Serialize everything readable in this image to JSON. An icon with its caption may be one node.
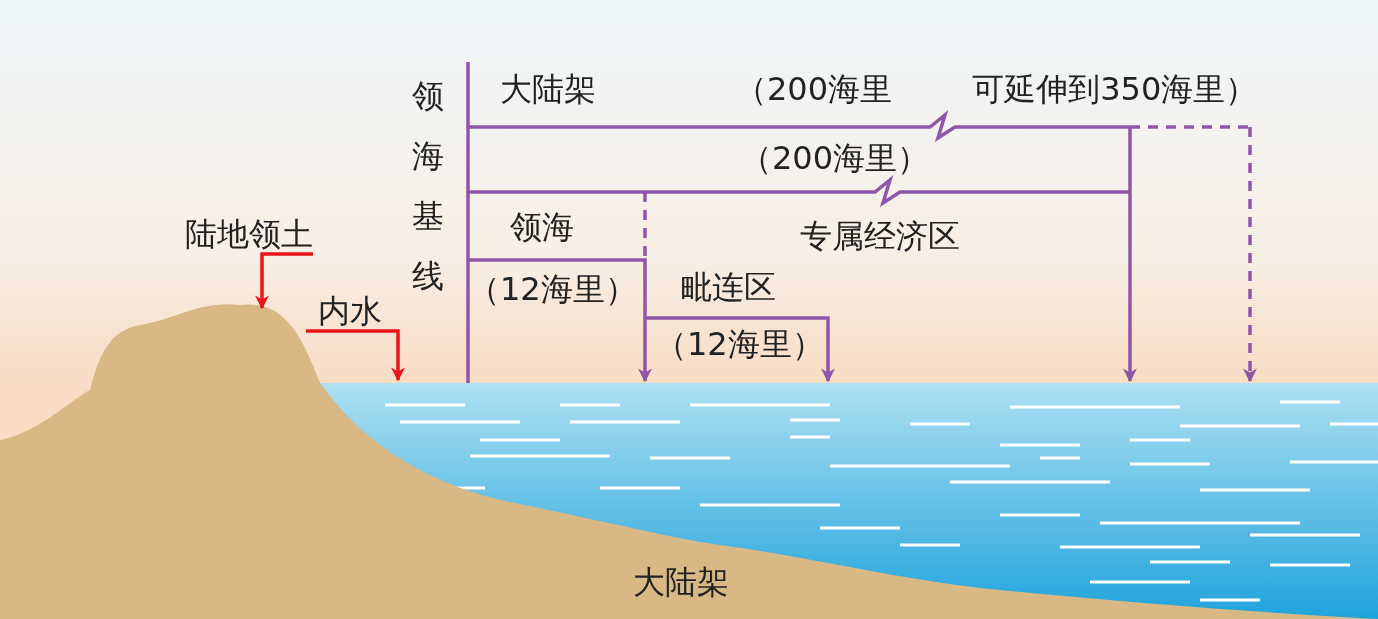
{
  "diagram": {
    "nodes": [
      {
        "text": [
          "陆地领土"
        ]
      },
      {
        "text": [],
        "shape": "picture"
      },
      {
        "text": [
          "内水"
        ]
      }
    ],
    "edges": [
      {
        "from": 0,
        "to": 1,
        "arrow": "to"
      },
      {
        "from": 2,
        "to": null,
        "arrow": "to"
      }
    ],
    "labels": [
      "领海基线",
      "大陆架",
      "（200海里 可延伸到350海里）",
      "（200海里）",
      "专属经济区",
      "领海",
      "（12海里）",
      "毗连区",
      "（12海里）",
      "大陆架"
    ]
  }
}
